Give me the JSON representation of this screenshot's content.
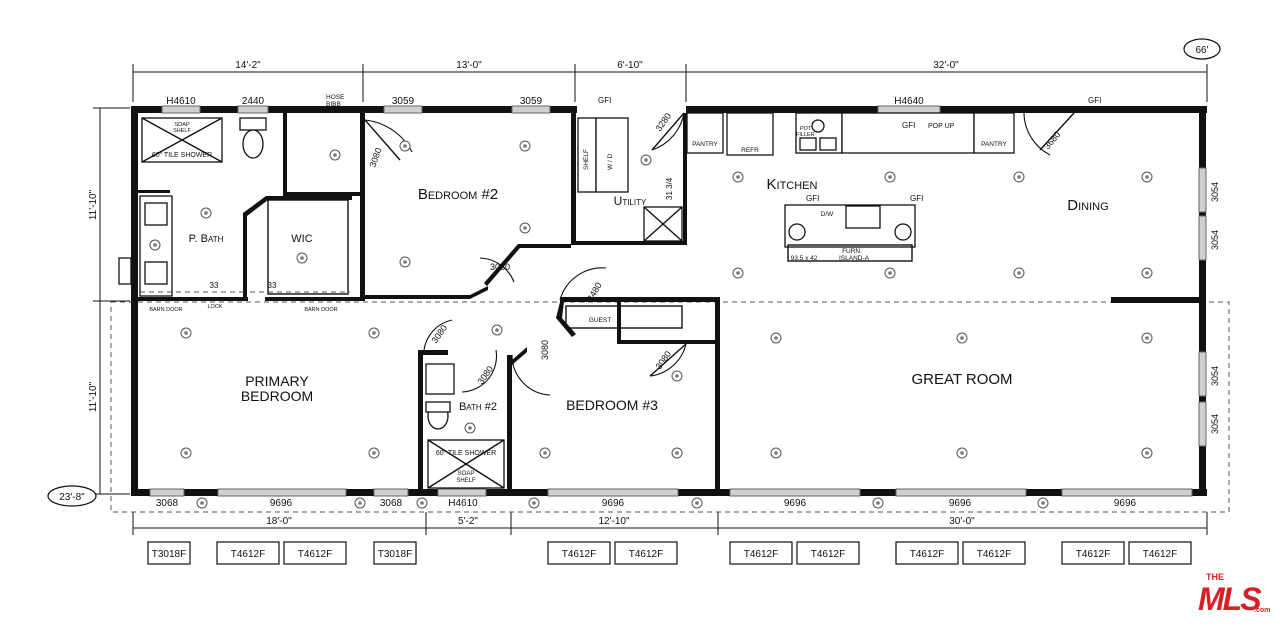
{
  "overall": {
    "length": "66'",
    "depth": "23'-8\""
  },
  "top_dims": [
    "14'-2\"",
    "13'-0\"",
    "6'-10\"",
    "32'-0\""
  ],
  "bottom_dims": [
    "18'-0\"",
    "5'-2\"",
    "12'-10\"",
    "30'-0\""
  ],
  "left_dims": [
    "11'-10\"",
    "11'-10\""
  ],
  "rooms": {
    "bedroom2": "Bedroom #2",
    "kitchen": "Kitchen",
    "utility": "Utility",
    "dining": "Dining",
    "p_bath": "P. Bath",
    "wic": "WIC",
    "primary_l1": "PRIMARY",
    "primary_l2": "BEDROOM",
    "bath2": "Bath #2",
    "bedroom3": "BEDROOM #3",
    "great_room": "GREAT ROOM"
  },
  "labels": {
    "h4610_top": "H4610",
    "w2440": "2440",
    "hose_bibb": "HOSE\nBIBB",
    "w3059a": "3059",
    "w3059b": "3059",
    "gfi1": "GFI",
    "w3280": "3280",
    "h4640": "H4640",
    "gfi_top": "GFI",
    "gfi_popup": "GFI",
    "pop_up": "POP UP",
    "d3680": "3680",
    "pantry1": "PANTRY",
    "pantry2": "PANTRY",
    "refr": "REFR",
    "pot_filler": "POT\nFILLER",
    "shelf": "SHELF",
    "w_d": "W / D",
    "d31": "31 3/4",
    "gfi_island_l": "GFI",
    "gfi_island_r": "GFI",
    "dw": "D/W",
    "furn": "FURN.",
    "island": "ISLAND-A",
    "island_size": "93.5 x 42",
    "w3054a": "3054",
    "w3054b": "3054",
    "w3054c": "3054",
    "w3054d": "3054",
    "d3080_b2": "3080",
    "d3080_hall": "3080",
    "d3080_pb": "3080",
    "d3080_b3": "3080",
    "d3080_b3c": "3080",
    "d3080_b2c": "3080",
    "d2480": "2480",
    "guest": "GUEST",
    "soap_shelf1": "SOAP\nSHELF",
    "tile_shower1": "60\" TILE SHOWER",
    "soap_shelf2": "SOAP\nSHELF",
    "tile_shower2": "60\" TILE SHOWER",
    "d33a": "33",
    "d33b": "33",
    "barn_door1": "BARN DOOR",
    "lock": "LOCK",
    "barn_door2": "BARN DOOR",
    "w3068a": "3068",
    "w9696a": "9696",
    "w3068b": "3068",
    "h4610_bot": "H4610",
    "w9696b": "9696",
    "w9696c": "9696",
    "w9696d": "9696",
    "w9696e": "9696"
  },
  "bottom_boxes": [
    "T3018F",
    "T4612F",
    "T4612F",
    "T3018F",
    "T4612F",
    "T4612F",
    "T4612F",
    "T4612F",
    "T4612F",
    "T4612F",
    "T4612F",
    "T4612F"
  ],
  "logo": {
    "the": "THE",
    "mls": "MLS",
    "com": ".com",
    "color": "#d91f26"
  }
}
